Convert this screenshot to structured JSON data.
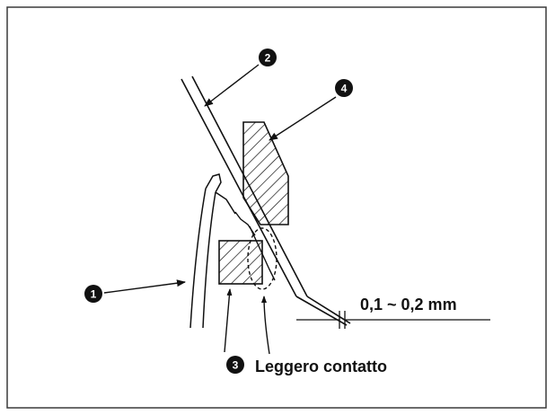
{
  "callouts": {
    "c1": "1",
    "c2": "2",
    "c3": "3",
    "c4": "4"
  },
  "annotations": {
    "gap": "0,1 ~ 0,2 mm",
    "contact": "Leggero contatto"
  },
  "colors": {
    "ink": "#111111",
    "border": "#3a3a3a",
    "background": "#ffffff"
  }
}
